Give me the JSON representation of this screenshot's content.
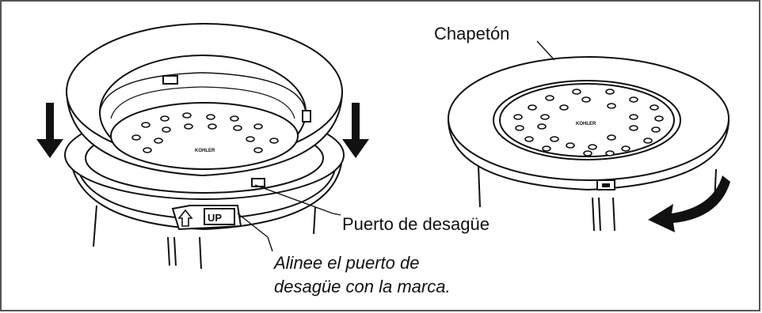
{
  "labels": {
    "trim": "Chapetón",
    "drain_port": "Puerto de desagüe",
    "instruction_line1": "Alinee el puerto de",
    "instruction_line2": "desagüe con la marca."
  },
  "marks": {
    "brand": "KOHLER",
    "up": "UP"
  },
  "colors": {
    "ink": "#111111",
    "paper": "#ffffff",
    "frame": "#555555"
  }
}
